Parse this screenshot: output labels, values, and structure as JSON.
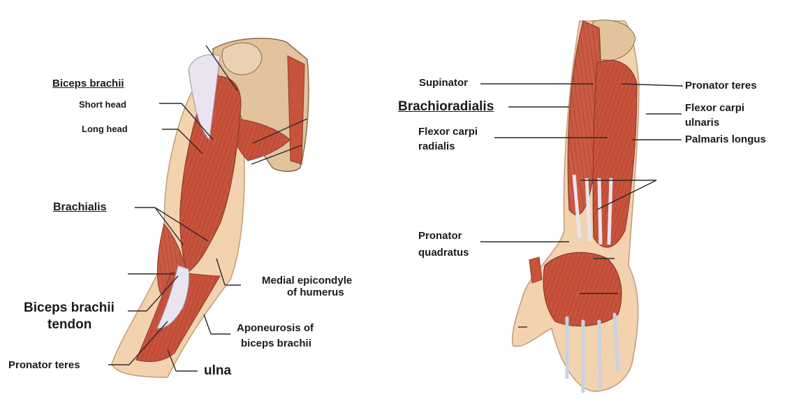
{
  "colors": {
    "muscle": "#c8533c",
    "muscle_dark": "#a83a28",
    "tendon": "#e9e4ee",
    "bone": "#e2c39e",
    "skin": "#f3d2b0",
    "leader": "#2a2a2a"
  },
  "left_panel": {
    "biceps_brachii": "Biceps brachii",
    "short_head": "Short head",
    "long_head": "Long head",
    "brachialis": "Brachialis",
    "biceps_tendon_line1": "Biceps brachii",
    "biceps_tendon_line2": "tendon",
    "pronator_teres": "Pronator teres",
    "medial_epicondyle_line1": "Medial epicondyle",
    "medial_epicondyle_line2": "of humerus",
    "aponeurosis_line1": "Aponeurosis of",
    "aponeurosis_line2": "biceps brachii",
    "ulna": "ulna"
  },
  "right_panel": {
    "supinator": "Supinator",
    "brachioradialis": "Brachioradialis",
    "flexor_carpi_radialis_line1": "Flexor carpi",
    "flexor_carpi_radialis_line2": "radialis",
    "pronator_quadratus_line1": "Pronator",
    "pronator_quadratus_line2": "quadratus",
    "pronator_teres": "Pronator teres",
    "flexor_carpi_ulnaris_line1": "Flexor carpi",
    "flexor_carpi_ulnaris_line2": "ulnaris",
    "palmaris_longus": "Palmaris longus"
  }
}
